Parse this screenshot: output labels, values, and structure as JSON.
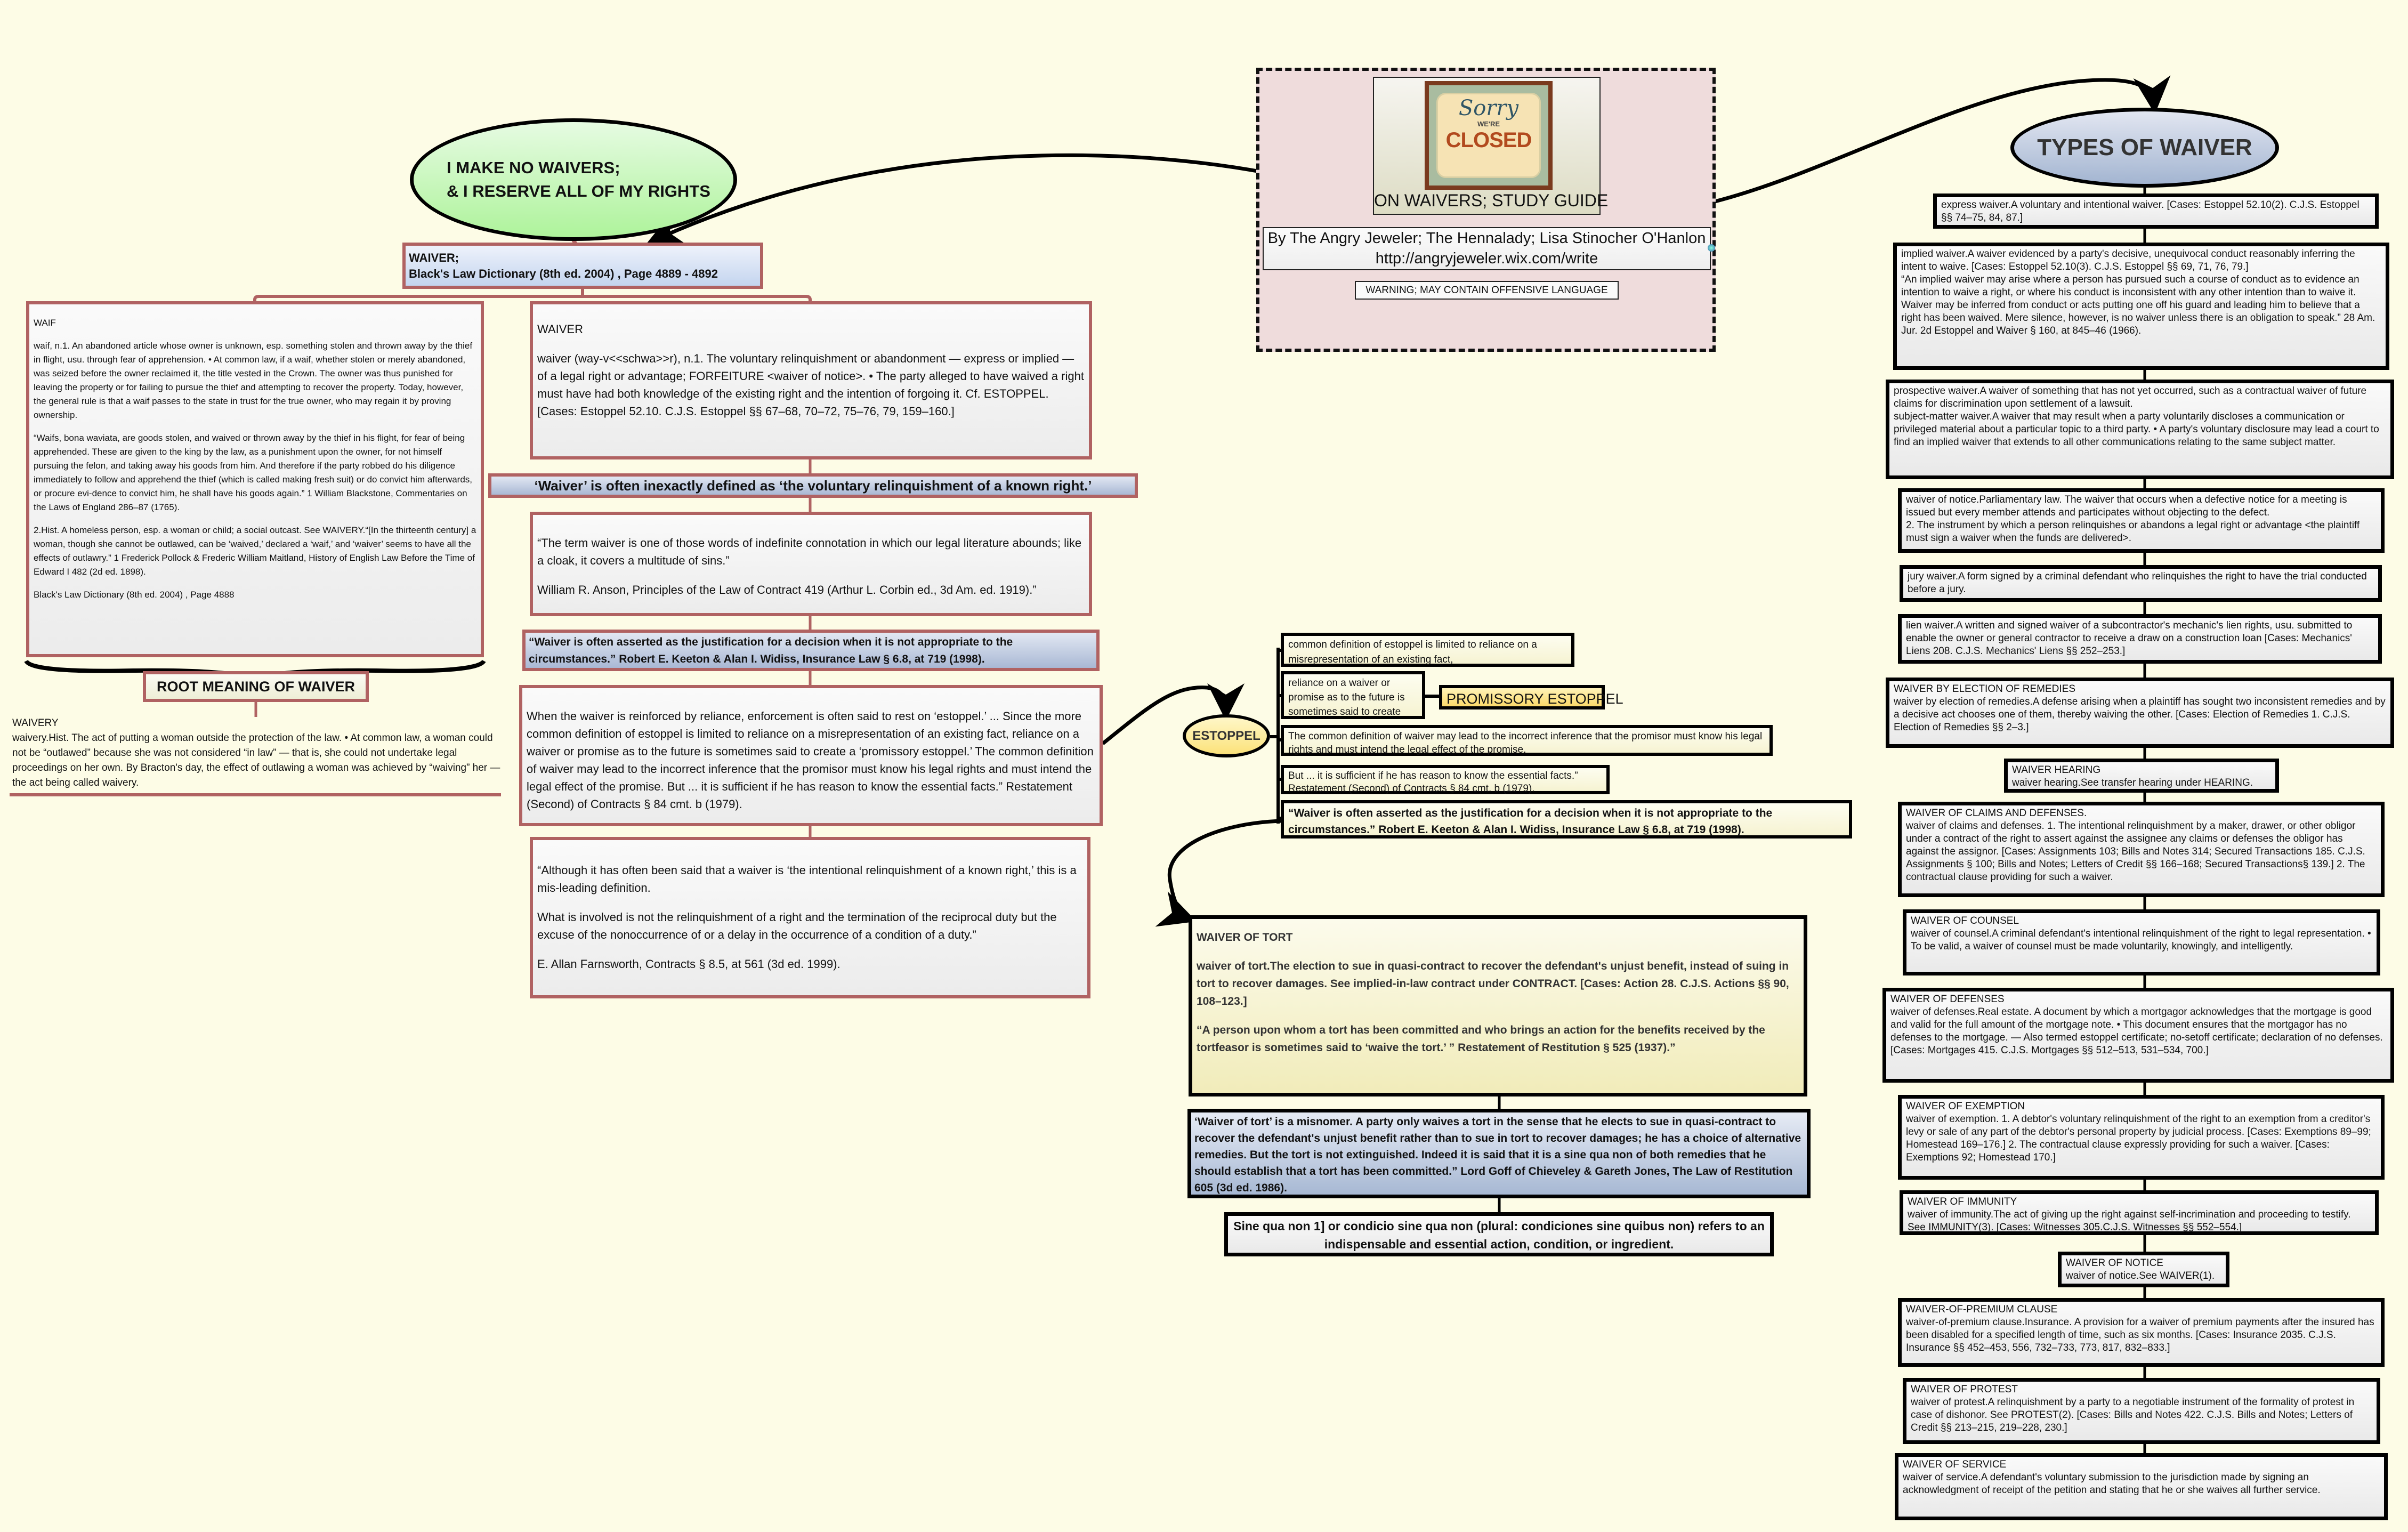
{
  "center": {
    "image_text": {
      "line1": "Sorry",
      "line2": "WE'RE",
      "line3": "CLOSED"
    },
    "title": "ON WAIVERS; STUDY GUIDE",
    "byline": "By The Angry Jeweler; The Hennalady; Lisa Stinocher O'Hanlon",
    "url": "http://angryjeweler.wix.com/write",
    "warning": "WARNING; MAY CONTAIN OFFENSIVE LANGUAGE",
    "link_icon": "globe-link-icon"
  },
  "left": {
    "reservation": [
      "I MAKE NO WAIVERS;",
      "& I RESERVE ALL OF MY RIGHTS"
    ],
    "header": {
      "title": "WAIVER;",
      "source": "Black's Law Dictionary (8th ed. 2004) , Page 4889 - 4892"
    },
    "waif": {
      "title": "WAIF",
      "p1": "waif, n.1. An abandoned article whose owner is unknown, esp. something stolen and thrown away by the thief in flight, usu. through fear of apprehension. • At common law, if a waif, whether stolen or merely abandoned, was seized before the owner reclaimed it, the title vested in the Crown. The owner was thus punished for leaving the property or for failing to pursue the thief and attempting to recover the property. Today, however, the general rule is that a waif passes to the state in trust for the true owner, who may regain it by proving ownership.",
      "p2": "“Waifs, bona waviata, are goods stolen, and waived or thrown away by the thief in his flight, for fear of being apprehended. These are given to the king by the law, as a punishment upon the owner, for not himself pursuing the felon, and taking away his goods from him. And therefore if the party robbed do his diligence immediately to follow and apprehend the thief (which is called making fresh suit) or do convict him afterwards, or procure evi-dence to convict him, he shall have his goods again.” 1 William Blackstone, Commentaries on the Laws of England 286–87 (1765).",
      "p3": "2.Hist. A homeless person, esp. a woman or child; a social outcast. See WAIVERY.“[In the thirteenth century] a woman, though she cannot be outlawed, can be ‘waived,’ declared a ‘waif,’ and ‘waiver’ seems to have all the effects of outlawry.” 1 Frederick Pollock & Frederic William Maitland, History of English Law Before the Time of Edward I 482 (2d ed. 1898).",
      "source": "Black's Law Dictionary (8th ed. 2004) , Page 4888"
    },
    "root_meaning": "ROOT MEANING OF WAIVER",
    "waivery": {
      "title": "WAIVERY",
      "text": "waivery.Hist. The act of putting a woman outside the protection of the law. • At common law, a woman could not be “outlawed” because she was not considered “in law” — that is, she could not undertake legal proceedings on her own. By Bracton's day, the effect of outlawing a woman was achieved by “waiving” her — the act being called waivery."
    },
    "waiver_def": {
      "title": "WAIVER",
      "text": "waiver (way-v<<schwa>>r), n.1. The voluntary relinquishment or abandonment — express or implied — of a legal right or advantage; FORFEITURE <waiver of notice>. • The party alleged to have waived a right must have had both knowledge of the existing right and the intention of forgoing it. Cf. ESTOPPEL. [Cases: Estoppel 52.10. C.J.S. Estoppel §§ 67–68, 70–72, 75–76, 79, 159–160.]"
    },
    "inexact": "‘Waiver’ is often inexactly defined as ‘the voluntary relinquishment of a known right.’",
    "anson": {
      "quote": "“The term waiver is one of those words of indefinite connotation in which our legal literature abounds; like a cloak, it covers a multitude of sins.”",
      "cite": "William R. Anson, Principles of the Law of Contract 419 (Arthur L. Corbin ed., 3d Am. ed. 1919).”"
    },
    "keeton": "“Waiver is often asserted as the justification for a decision when it is not appropriate to the circumstances.” Robert E. Keeton & Alan I. Widiss, Insurance Law § 6.8, at 719 (1998).",
    "reliance": "When the waiver is reinforced by reliance, enforcement is often said to rest on ‘estoppel.’ ... Since the more common definition of estoppel is limited to reliance on a misrepresentation of an existing fact, reliance on a waiver or promise as to the future is sometimes said to create a ‘promissory estoppel.’ The common definition of waiver may lead to the incorrect inference that the promisor must know his legal rights and must intend the legal effect of the promise. But ... it is sufficient if he has reason to know the essential facts.” Restatement (Second) of Contracts § 84 cmt. b (1979).",
    "farnsworth": {
      "p1": "“Although it has often been said that a waiver is ‘the intentional relinquishment of a known right,’ this is a mis-leading definition.",
      "p2": "What is involved is not the relinquishment of a right and the termination of the reciprocal duty but the excuse of the nonoccurrence of or a delay in the occurrence of a condition of a duty.”",
      "cite": "E. Allan Farnsworth, Contracts § 8.5, at 561 (3d ed. 1999)."
    }
  },
  "estoppel": {
    "title": "ESTOPPEL",
    "common": "common definition of estoppel is limited to reliance on a misrepresentation of an existing fact,",
    "reliance": "reliance on a waiver or promise as to the future is sometimes said to create",
    "promissory": "PROMISSORY ESTOPPEL",
    "inference": "The common definition of waiver may lead to the incorrect inference that the promisor must know his legal rights and must intend the legal effect of the promise.",
    "sufficient": "But ... it is sufficient if he has reason to know the essential facts.” Restatement (Second) of Contracts § 84 cmt. b (1979).",
    "keeton": "“Waiver is often asserted as the justification for a decision when it is not appropriate to the circumstances.” Robert E. Keeton & Alan I. Widiss, Insurance Law § 6.8, at 719 (1998)."
  },
  "tort": {
    "title": "WAIVER OF TORT",
    "def": "waiver of tort.The election to sue in quasi-contract to recover the defendant's unjust benefit, instead of suing in tort to recover damages. See implied-in-law contract under CONTRACT. [Cases: Action 28. C.J.S. Actions §§ 90, 108–123.]",
    "quote": "“A person upon whom a tort has been committed and who brings an action for the benefits received by the tortfeasor is sometimes said to ‘waive the tort.’ ” Restatement of Restitution § 525 (1937).”",
    "misnomer": "‘Waiver of tort’ is a misnomer. A party only waives a tort in the sense that he elects to sue in quasi-contract to recover the defendant's unjust benefit rather than to sue in tort to recover damages; he has a choice of alternative remedies. But the tort is not extinguished. Indeed it is said that it is a sine qua non of both remedies that he should establish that a tort has been committed.” Lord Goff of Chieveley & Gareth Jones, The Law of Restitution 605 (3d ed. 1986).",
    "sine_qua_non": "Sine qua non 1] or condicio sine qua non (plural: condiciones sine quibus non) refers to an indispensable and essential action, condition, or ingredient."
  },
  "types": {
    "title": "TYPES OF WAIVER",
    "items": [
      {
        "lines": [
          "express waiver.A voluntary and intentional waiver. [Cases: Estoppel 52.10(2). C.J.S. Estoppel §§ 74–75, 84, 87.]"
        ]
      },
      {
        "lines": [
          "implied waiver.A waiver evidenced by a party's decisive, unequivocal conduct reasonably inferring the intent to waive. [Cases: Estoppel 52.10(3). C.J.S. Estoppel §§ 69, 71, 76, 79.]",
          "“An implied waiver may arise where a person has pursued such a course of conduct as to evidence an intention to waive a right, or where his conduct is inconsistent with any other intention than to waive it. Waiver may be inferred from conduct or acts putting one off his guard and leading him to believe that a right has been waived. Mere silence, however, is no waiver unless there is an obligation to speak.” 28 Am. Jur. 2d Estoppel and Waiver § 160, at 845–46 (1966)."
        ]
      },
      {
        "lines": [
          "prospective waiver.A waiver of something that has not yet occurred, such as a contractual waiver of future claims for discrimination upon settlement of a lawsuit.",
          "subject-matter waiver.A waiver that may result when a party voluntarily discloses a communication or privileged material about a particular topic to a third party. • A party's voluntary disclosure may lead a court to find an implied waiver that extends to all other communications relating to the same subject matter."
        ]
      },
      {
        "lines": [
          "waiver of notice.Parliamentary law. The waiver that occurs when a defective notice for a meeting is issued but every member attends and participates without objecting to the defect.",
          "2. The instrument by which a person relinquishes or abandons a legal right or advantage <the plaintiff must sign a waiver when the funds are delivered>."
        ]
      },
      {
        "lines": [
          "jury waiver.A form signed by a criminal defendant who relinquishes the right to have the trial conducted before a jury."
        ]
      },
      {
        "lines": [
          "lien waiver.A written and signed waiver of a subcontractor's mechanic's lien rights, usu. submitted to enable the owner or general contractor to receive a draw on a construction loan [Cases: Mechanics' Liens 208. C.J.S. Mechanics' Liens §§ 252–253.]"
        ]
      },
      {
        "lines": [
          "WAIVER BY ELECTION OF REMEDIES",
          "waiver by election of remedies.A defense arising when a plaintiff has sought two inconsistent remedies and by a decisive act chooses one of them, thereby waiving the other. [Cases: Election of Remedies 1. C.J.S. Election of Remedies §§ 2–3.]"
        ]
      },
      {
        "lines": [
          "WAIVER HEARING",
          "waiver hearing.See transfer hearing under HEARING."
        ]
      },
      {
        "lines": [
          "WAIVER OF CLAIMS AND DEFENSES.",
          "waiver of claims and defenses. 1. The intentional relinquishment by a maker, drawer, or other obligor under a contract of the right to assert against the assignee any claims or defenses the obligor has against the assignor. [Cases: Assignments 103; Bills and Notes 314; Secured Transactions 185. C.J.S. Assignments § 100; Bills and Notes; Letters of Credit §§ 166–168; Secured Transactions§ 139.] 2. The contractual clause providing for such a waiver."
        ]
      },
      {
        "lines": [
          "WAIVER OF COUNSEL",
          "waiver of counsel.A criminal defendant's intentional relinquishment of the right to legal representation. • To be valid, a waiver of counsel must be made voluntarily, knowingly, and intelligently."
        ]
      },
      {
        "lines": [
          "WAIVER OF DEFENSES",
          "waiver of defenses.Real estate. A document by which a mortgagor acknowledges that the mortgage is good and valid for the full amount of the mortgage note. • This document ensures that the mortgagor has no defenses to the mortgage. — Also termed estoppel certificate; no-setoff certificate; declaration of no defenses. [Cases: Mortgages 415. C.J.S. Mortgages §§ 512–513, 531–534, 700.]"
        ]
      },
      {
        "lines": [
          "WAIVER OF EXEMPTION",
          "waiver of exemption. 1. A debtor's voluntary relinquishment of the right to an exemption from a creditor's levy or sale of any part of the debtor's personal property by judicial process. [Cases: Exemptions 89–99; Homestead 169–176.] 2. The contractual clause expressly providing for such a waiver. [Cases: Exemptions 92; Homestead 170.]"
        ]
      },
      {
        "lines": [
          "WAIVER OF IMMUNITY",
          "waiver of immunity.The act of giving up the right against self-incrimination and proceeding to testify. See IMMUNITY(3). [Cases: Witnesses 305.C.J.S. Witnesses §§ 552–554.]"
        ]
      },
      {
        "lines": [
          "WAIVER OF NOTICE",
          "waiver of notice.See WAIVER(1)."
        ]
      },
      {
        "lines": [
          "WAIVER-OF-PREMIUM CLAUSE",
          "waiver-of-premium clause.Insurance. A provision for a waiver of premium payments after the insured has been disabled for a specified length of time, such as six months. [Cases: Insurance 2035. C.J.S. Insurance §§ 452–453, 556, 732–733, 773, 817, 832–833.]"
        ]
      },
      {
        "lines": [
          "WAIVER OF PROTEST",
          "waiver of protest.A relinquishment by a party to a negotiable instrument of the formality of protest in case of dishonor. See PROTEST(2). [Cases: Bills and Notes 422. C.J.S. Bills and Notes; Letters of Credit §§ 213–215, 219–228, 230.]"
        ]
      },
      {
        "lines": [
          "WAIVER OF SERVICE",
          "waiver of service.A defendant's voluntary submission to the jurisdiction made by signing an acknowledgment of receipt of the petition and stating that he or she waives all further service."
        ]
      }
    ]
  },
  "colors": {
    "background": "#fdfce6",
    "branch_red": "#b06262",
    "reservation_green": "#b6f2a4",
    "types_blue": "#a7b8d3",
    "estoppel_yellow": "#fbe27a",
    "center_pink": "#efdcdc"
  }
}
